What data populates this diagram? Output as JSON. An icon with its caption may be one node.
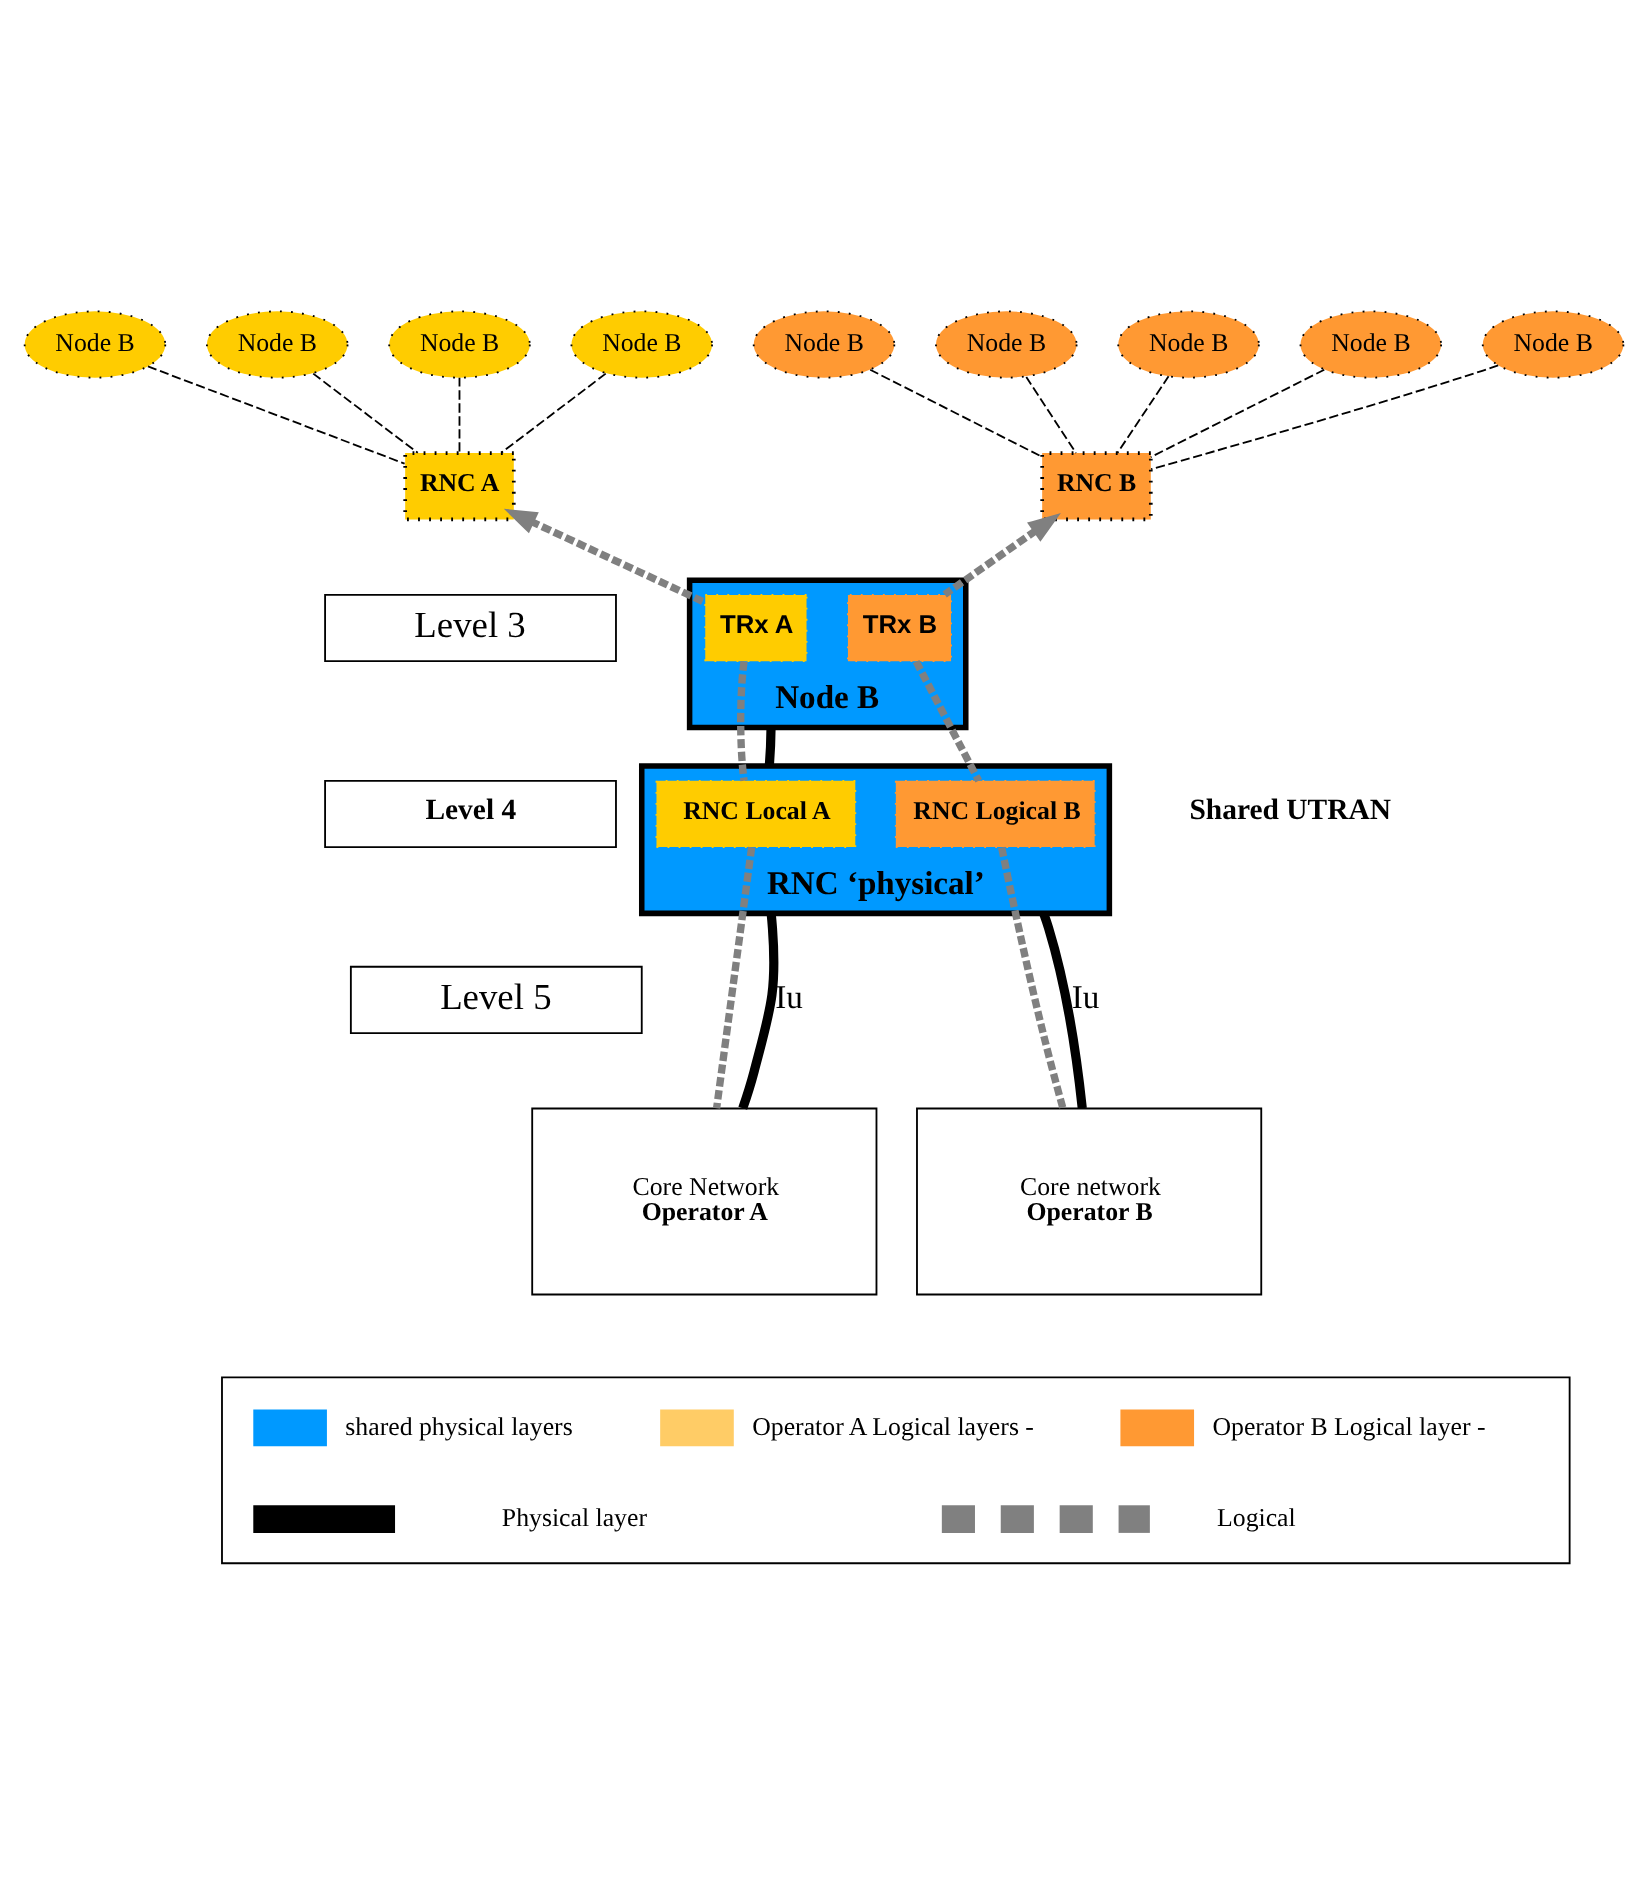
{
  "diagram": {
    "nodes": [
      {
        "text": [
          "Node B"
        ]
      },
      {
        "text": [
          "Node B"
        ]
      },
      {
        "text": [
          "Node B"
        ]
      },
      {
        "text": [
          "Node B"
        ]
      },
      {
        "text": [
          "RNC A"
        ]
      },
      {
        "text": [
          "Node B"
        ]
      },
      {
        "text": [
          "Node B"
        ]
      },
      {
        "text": [
          "Node B"
        ]
      },
      {
        "text": [
          "Node B"
        ]
      },
      {
        "text": [
          "Node B"
        ]
      },
      {
        "text": [
          "RNC B"
        ]
      },
      {
        "text": [
          "Level 3"
        ]
      },
      {
        "text": [
          "Node B"
        ]
      },
      {
        "text": [
          "TRx A"
        ],
        "in": 12
      },
      {
        "text": [
          "TRx B"
        ],
        "in": 12
      },
      {
        "text": [
          "Level 4"
        ]
      },
      {
        "text": [
          "RNC ‘physical’"
        ],
        "beside": [
          "Shared UTRAN"
        ]
      },
      {
        "text": [
          "RNC Local A"
        ],
        "in": 16
      },
      {
        "text": [
          "RNC Logical B"
        ],
        "in": 16
      },
      {
        "text": [
          "Level 5"
        ]
      },
      {
        "text": [
          "Core Network",
          "Operator A"
        ]
      },
      {
        "text": [
          "Core network",
          "Operator B"
        ]
      }
    ],
    "edges": [
      {
        "from": 0,
        "to": 4,
        "arrow": "none",
        "style": "dashed"
      },
      {
        "from": 1,
        "to": 4,
        "arrow": "none",
        "style": "dashed"
      },
      {
        "from": 2,
        "to": 4,
        "arrow": "none",
        "style": "dashed"
      },
      {
        "from": 3,
        "to": 4,
        "arrow": "none",
        "style": "dashed"
      },
      {
        "from": 5,
        "to": 10,
        "arrow": "none",
        "style": "dashed"
      },
      {
        "from": 6,
        "to": 10,
        "arrow": "none",
        "style": "dashed"
      },
      {
        "from": 7,
        "to": 10,
        "arrow": "none",
        "style": "dashed"
      },
      {
        "from": 8,
        "to": 10,
        "arrow": "none",
        "style": "dashed"
      },
      {
        "from": 9,
        "to": 10,
        "arrow": "none",
        "style": "dashed"
      },
      {
        "from": 13,
        "to": 4,
        "arrow": "to",
        "style": "dashed",
        "color": "#808080"
      },
      {
        "from": 13,
        "to": 17,
        "arrow": "none",
        "style": "dashed",
        "color": "#808080"
      },
      {
        "from": 17,
        "to": 20,
        "arrow": "none",
        "style": "dashed",
        "color": "#808080"
      },
      {
        "from": 14,
        "to": 10,
        "arrow": "to",
        "style": "dashed",
        "color": "#808080"
      },
      {
        "from": 14,
        "to": 18,
        "arrow": "none",
        "style": "dashed",
        "color": "#808080"
      },
      {
        "from": 18,
        "to": 21,
        "arrow": "none",
        "style": "dashed",
        "color": "#808080"
      },
      {
        "from": 12,
        "to": 16,
        "arrow": "none",
        "style": "thick"
      },
      {
        "from": 16,
        "to": 20,
        "arrow": "none",
        "style": "thick",
        "label": "Iu"
      },
      {
        "from": 16,
        "to": 21,
        "arrow": "none",
        "style": "thick",
        "label": "Iu"
      }
    ],
    "legend": [
      {
        "text": "shared physical layers",
        "color": "#0099ff"
      },
      {
        "text": "Operator A Logical layers -",
        "color": "#ffcc66"
      },
      {
        "text": "Operator B Logical layer -",
        "color": "#ff9933"
      },
      {
        "text": "Physical layer"
      },
      {
        "text": "Logical"
      }
    ]
  }
}
